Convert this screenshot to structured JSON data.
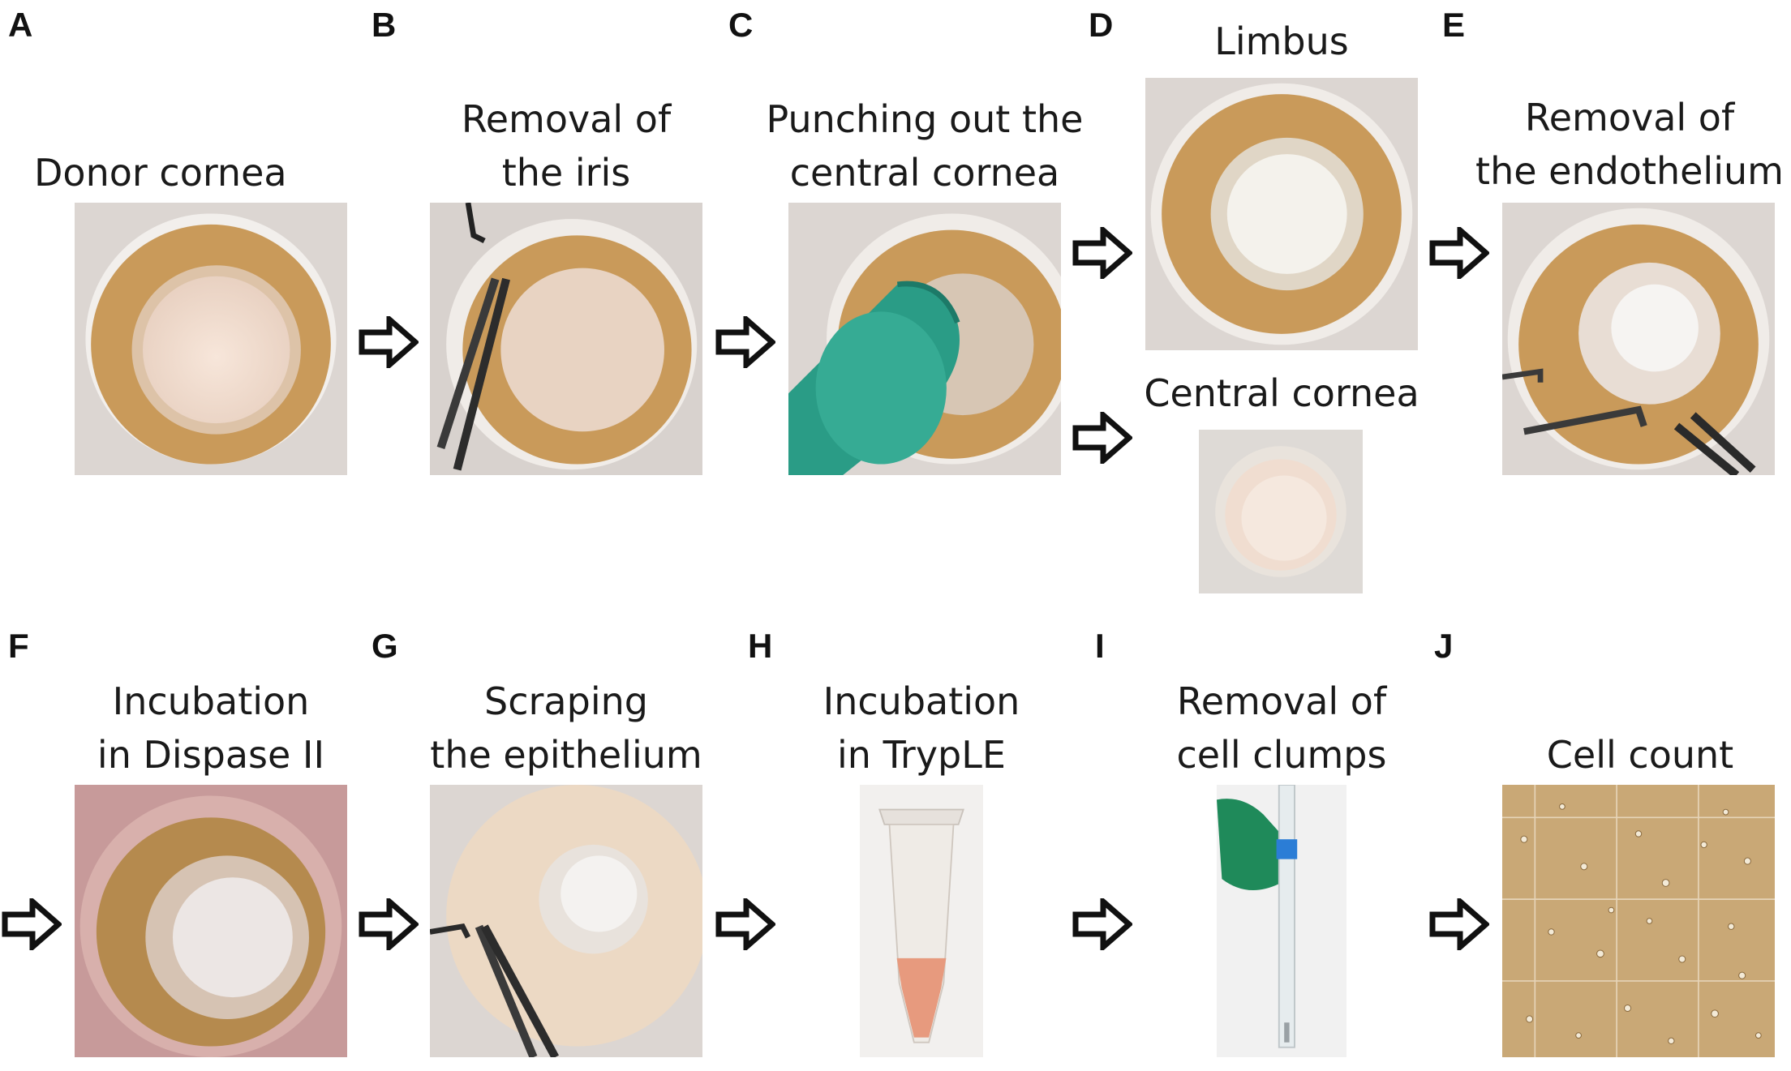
{
  "panels": {
    "A": {
      "letter": "A",
      "caption_lines": [
        "Donor cornea"
      ]
    },
    "B": {
      "letter": "B",
      "caption_lines": [
        "Removal of",
        "the iris"
      ]
    },
    "C": {
      "letter": "C",
      "caption_lines": [
        "Punching out the",
        "central cornea"
      ]
    },
    "D": {
      "letter": "D",
      "caption_top": "Limbus",
      "caption_bottom": "Central cornea"
    },
    "E": {
      "letter": "E",
      "caption_lines": [
        "Removal of",
        "the endothelium"
      ]
    },
    "F": {
      "letter": "F",
      "caption_lines": [
        "Incubation",
        "in Dispase II"
      ]
    },
    "G": {
      "letter": "G",
      "caption_lines": [
        "Scraping",
        "the epithelium"
      ]
    },
    "H": {
      "letter": "H",
      "caption_lines": [
        "Incubation",
        "in TrypLE"
      ]
    },
    "I": {
      "letter": "I",
      "caption_lines": [
        "Removal of",
        "cell clumps"
      ]
    },
    "J": {
      "letter": "J",
      "caption_lines": [
        "Cell count"
      ]
    }
  },
  "colors": {
    "limbus_tan": "#c9a062",
    "cornea_pale": "#f0ddd0",
    "punch_teal": "#2a9c86",
    "glove_green": "#1f8a5a",
    "trypLE_orange": "#e79a7e",
    "arrow_stroke": "#111111"
  }
}
